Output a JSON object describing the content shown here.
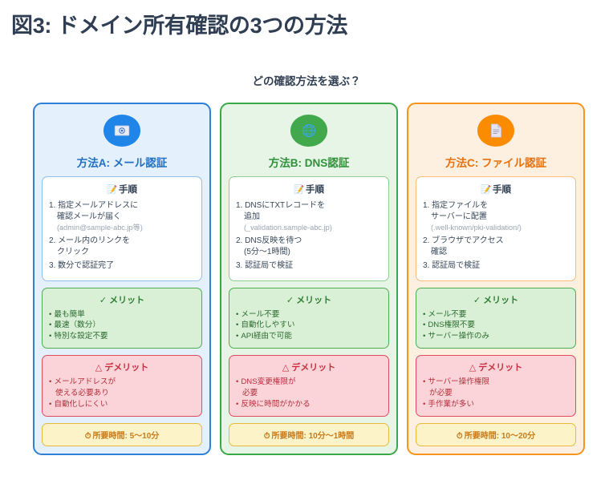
{
  "header": {
    "title": "図3: ドメイン所有確認の3つの方法",
    "subtitle": "どの確認方法を選ぶ？"
  },
  "labels": {
    "steps_heading": "手順",
    "steps_icon": "memo-pencil-icon",
    "steps_emoji": "📝",
    "merit_heading": "✓ メリット",
    "demerit_heading": "△ デメリット",
    "time_emoji": "⏱",
    "time_icon": "stopwatch-icon"
  },
  "colors": {
    "card_a_border": "#2f80d8",
    "card_a_bg": "#e4f0fb",
    "card_a_title": "#1f6fc4",
    "card_a_circle": "#1f85e8",
    "card_b_border": "#3aa845",
    "card_b_bg": "#e7f5e6",
    "card_b_title": "#2f9039",
    "card_b_circle": "#41a94b",
    "card_c_border": "#f7941d",
    "card_c_bg": "#fdf0e1",
    "card_c_title": "#e8700c",
    "card_c_circle": "#fb8c00",
    "merit_bg": "#d9f0d6",
    "merit_border": "#4cae4f",
    "demerit_bg": "#fbd4d9",
    "demerit_border": "#e04a5f",
    "time_bg": "#fdf3c8",
    "time_border": "#e8b93c"
  },
  "cards": [
    {
      "id": "method-a",
      "icon": "envelope-icon",
      "title": "方法A: メール認証",
      "steps": [
        {
          "num": "1.",
          "text": "指定メールアドレスに",
          "cont": "確認メールが届く",
          "sub": "(admin@sample-abc.jp等)"
        },
        {
          "num": "2.",
          "text": "メール内のリンクを",
          "cont": "クリック",
          "sub": ""
        },
        {
          "num": "3.",
          "text": "数分で認証完了",
          "cont": "",
          "sub": ""
        }
      ],
      "merits": [
        {
          "text": "最も簡単",
          "cont": ""
        },
        {
          "text": "最速（数分）",
          "cont": ""
        },
        {
          "text": "特別な設定不要",
          "cont": ""
        }
      ],
      "demerits": [
        {
          "text": "メールアドレスが",
          "cont": "使える必要あり"
        },
        {
          "text": "自動化しにくい",
          "cont": ""
        }
      ],
      "time": "所要時間: 5〜10分"
    },
    {
      "id": "method-b",
      "icon": "globe-icon",
      "title": "方法B: DNS認証",
      "steps": [
        {
          "num": "1.",
          "text": "DNSにTXTレコードを",
          "cont": "追加",
          "sub": "(_validation.sample-abc.jp)"
        },
        {
          "num": "2.",
          "text": "DNS反映を待つ",
          "cont": "(5分〜1時間)",
          "sub": ""
        },
        {
          "num": "3.",
          "text": "認証局で検証",
          "cont": "",
          "sub": ""
        }
      ],
      "merits": [
        {
          "text": "メール不要",
          "cont": ""
        },
        {
          "text": "自動化しやすい",
          "cont": ""
        },
        {
          "text": "API経由で可能",
          "cont": ""
        }
      ],
      "demerits": [
        {
          "text": "DNS変更権限が",
          "cont": "必要"
        },
        {
          "text": "反映に時間がかかる",
          "cont": ""
        }
      ],
      "time": "所要時間: 10分〜1時間"
    },
    {
      "id": "method-c",
      "icon": "document-icon",
      "title": "方法C: ファイル認証",
      "steps": [
        {
          "num": "1.",
          "text": "指定ファイルを",
          "cont": "サーバーに配置",
          "sub": "(.well-known/pki-validation/)"
        },
        {
          "num": "2.",
          "text": "ブラウザでアクセス",
          "cont": "確認",
          "sub": ""
        },
        {
          "num": "3.",
          "text": "認証局で検証",
          "cont": "",
          "sub": ""
        }
      ],
      "merits": [
        {
          "text": "メール不要",
          "cont": ""
        },
        {
          "text": "DNS権限不要",
          "cont": ""
        },
        {
          "text": "サーバー操作のみ",
          "cont": ""
        }
      ],
      "demerits": [
        {
          "text": "サーバー操作権限",
          "cont": "が必要"
        },
        {
          "text": "手作業が多い",
          "cont": ""
        }
      ],
      "time": "所要時間: 10〜20分"
    }
  ]
}
